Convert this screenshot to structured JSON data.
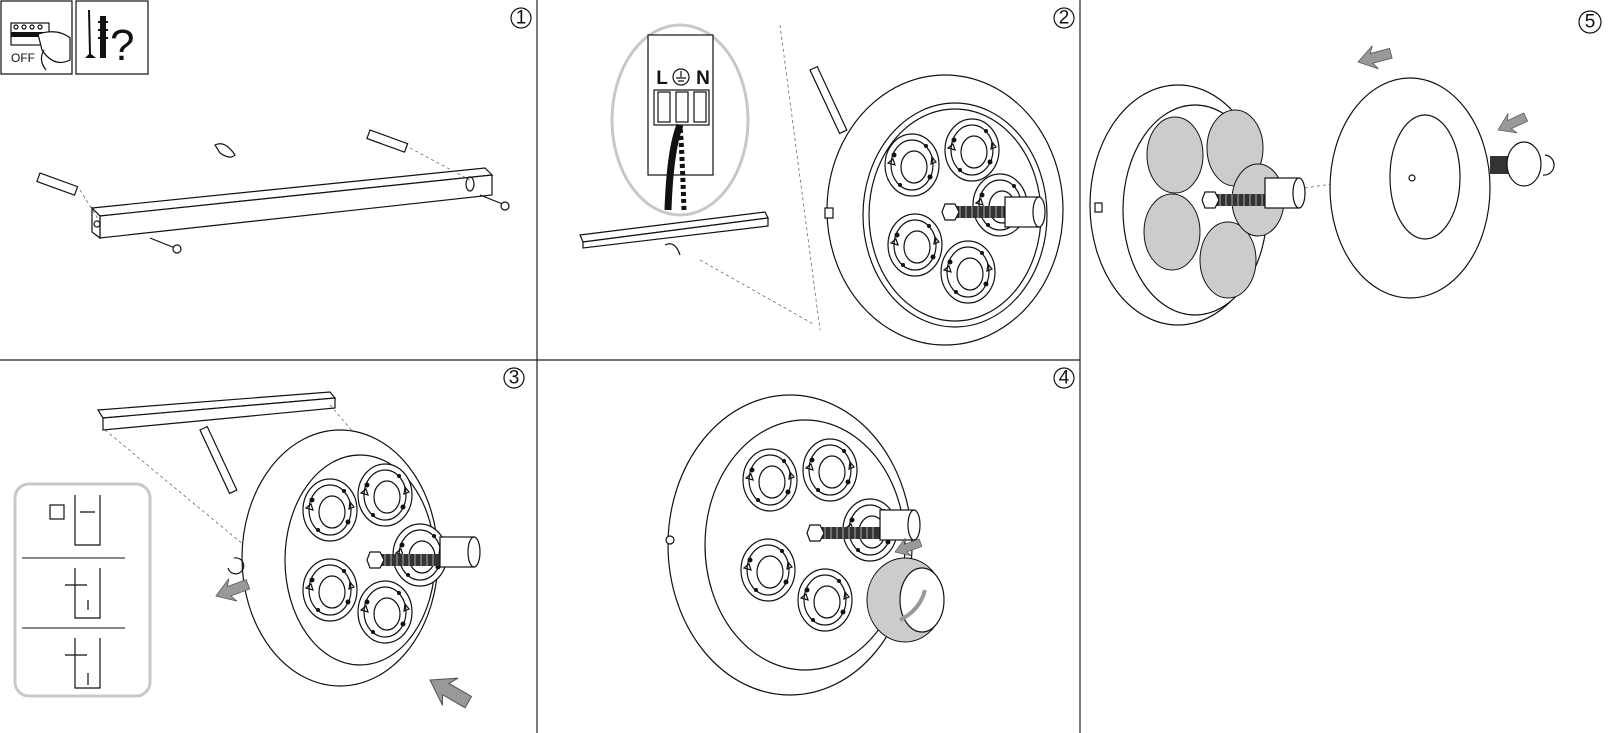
{
  "title_icons": {
    "switch_label": "OFF",
    "question_mark": "?"
  },
  "steps": [
    "1",
    "2",
    "3",
    "4",
    "5"
  ],
  "wiring": {
    "live": "L",
    "neutral": "N"
  },
  "colors": {
    "line": "#111111",
    "gray": "#cccccc",
    "callout": "#c8c8c8",
    "arrow": "#999999"
  }
}
